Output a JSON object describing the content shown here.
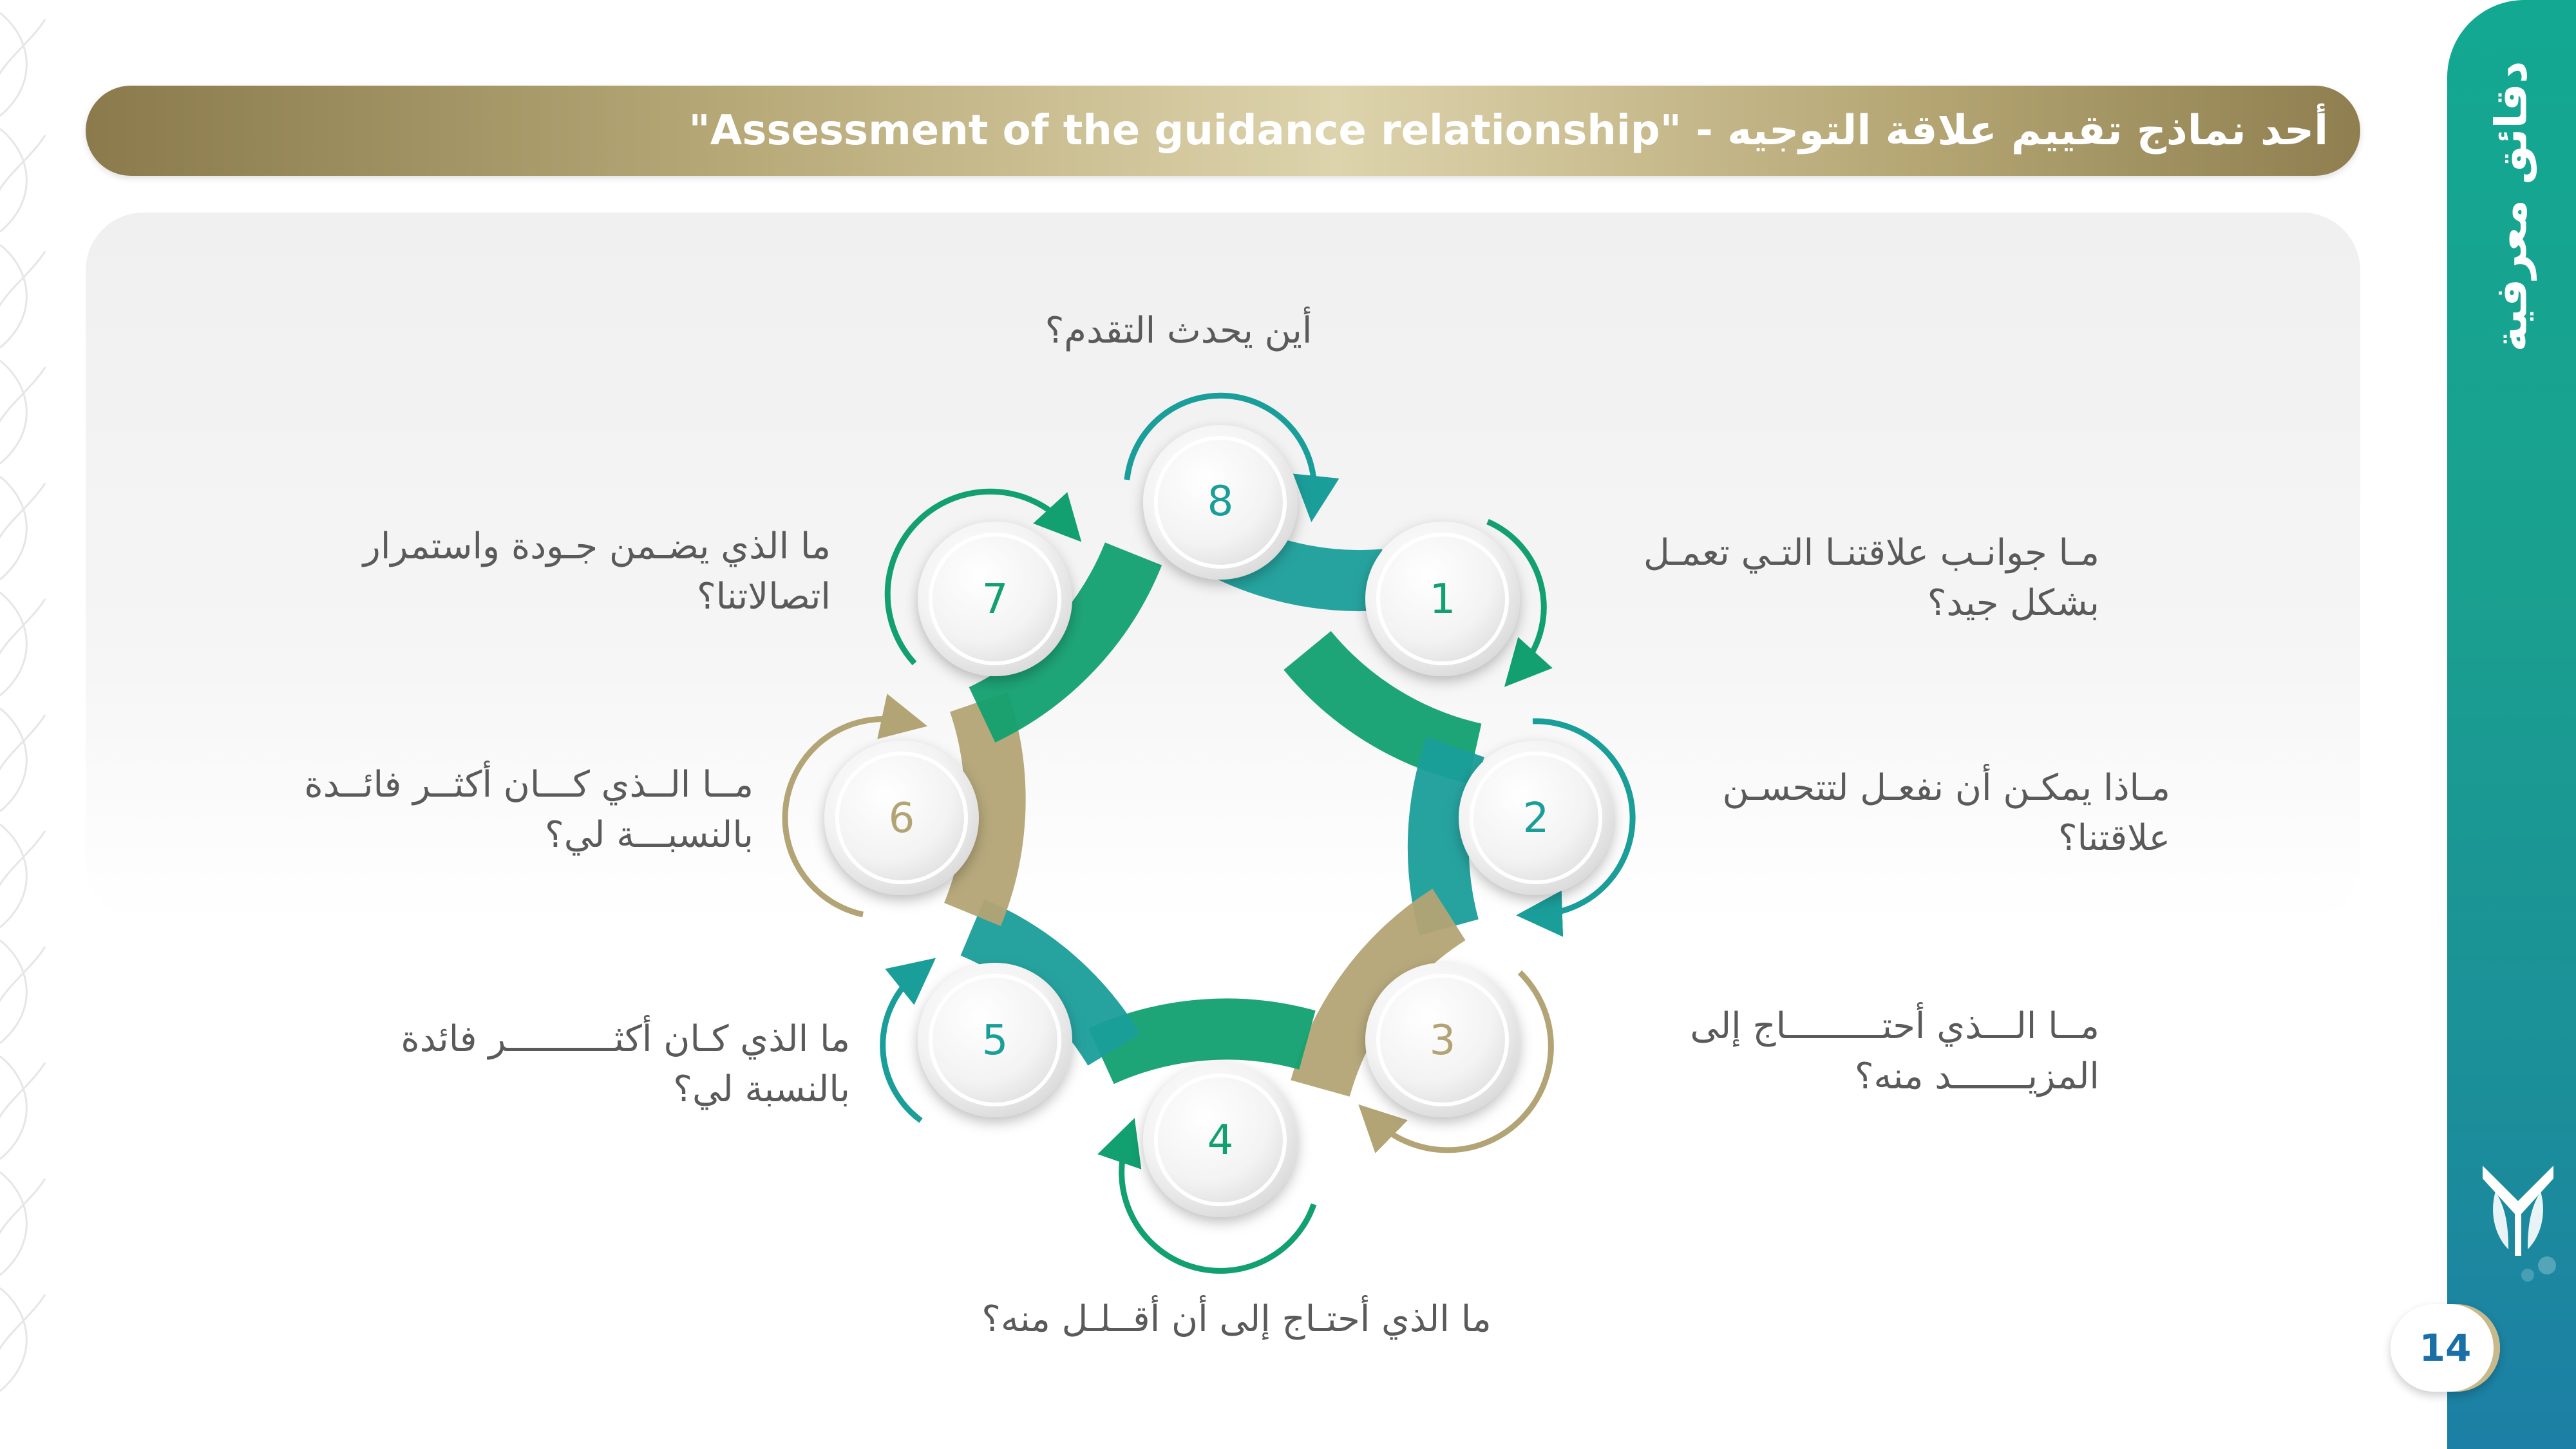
{
  "header": {
    "title": "أحد نماذج تقييم علاقة التوجيه - \"Assessment of the guidance relationship\""
  },
  "sidebar": {
    "title": "دقائق معرفية",
    "page_number": "14",
    "logo_icon": "leaf-logo-icon"
  },
  "diagram": {
    "steps": [
      {
        "number": "1",
        "color": "#12a070",
        "question": "مـا  جوانـب علاقتنـا التـي تعمـل بشكل جيد؟"
      },
      {
        "number": "2",
        "color": "#1a9e9a",
        "question": "مـاذا يمكـن أن نفعـل  لتتحسـن علاقتنا؟"
      },
      {
        "number": "3",
        "color": "#b3a475",
        "question": "مــا الـــذي أحتـــــــــاج إلى المزيـــــــد منه؟"
      },
      {
        "number": "4",
        "color": "#12a070",
        "question": "ما الذي أحتـاج إلى  أن أقــلـل منه؟"
      },
      {
        "number": "5",
        "color": "#1a9e9a",
        "question": "ما الذي كـان أكثــــــــــر فائدة بالنسبة لي؟"
      },
      {
        "number": "6",
        "color": "#b3a475",
        "question": "مــا الــذي كـــان أكثــر فائــدة بالنسبـــة لي؟"
      },
      {
        "number": "7",
        "color": "#12a070",
        "question": "ما الذي يضـمن جـودة واستمرار اتصالاتنا؟"
      },
      {
        "number": "8",
        "color": "#1a9e9a",
        "question": "أين يحدث التقدم؟"
      }
    ]
  },
  "colors": {
    "green": "#12a070",
    "teal": "#1a9e9a",
    "gold": "#b3a475",
    "band": "#12a891",
    "page_number": "#1a6fa6"
  }
}
